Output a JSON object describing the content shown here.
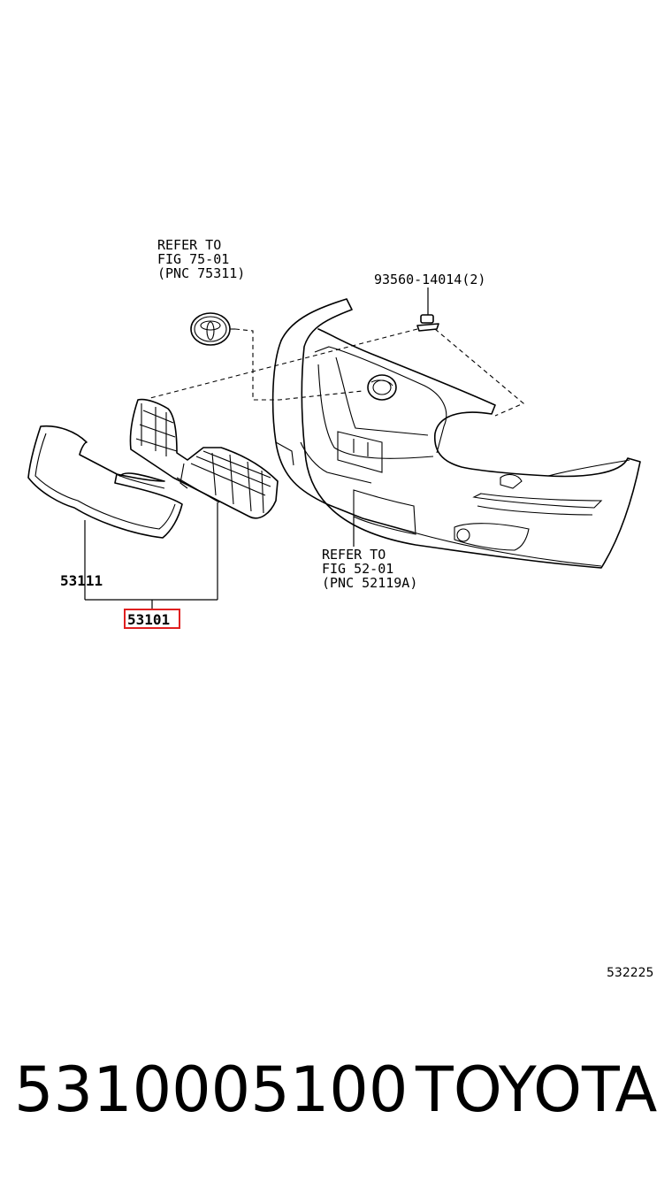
{
  "callouts": {
    "emblem_ref": {
      "line1": "REFER TO",
      "line2": "FIG 75-01",
      "line3": "(PNC 75311)"
    },
    "bolt": "93560-14014(2)",
    "bumper_ref": {
      "line1": "REFER TO",
      "line2": "FIG 52-01",
      "line3": "(PNC 52119A)"
    },
    "moulding": "53111",
    "grille_assy": "53101"
  },
  "figure_number": "532225",
  "footer": {
    "part_number": "5310005100",
    "brand": "TOYOTA"
  },
  "colors": {
    "highlight": "#e02020",
    "line": "#000000"
  }
}
